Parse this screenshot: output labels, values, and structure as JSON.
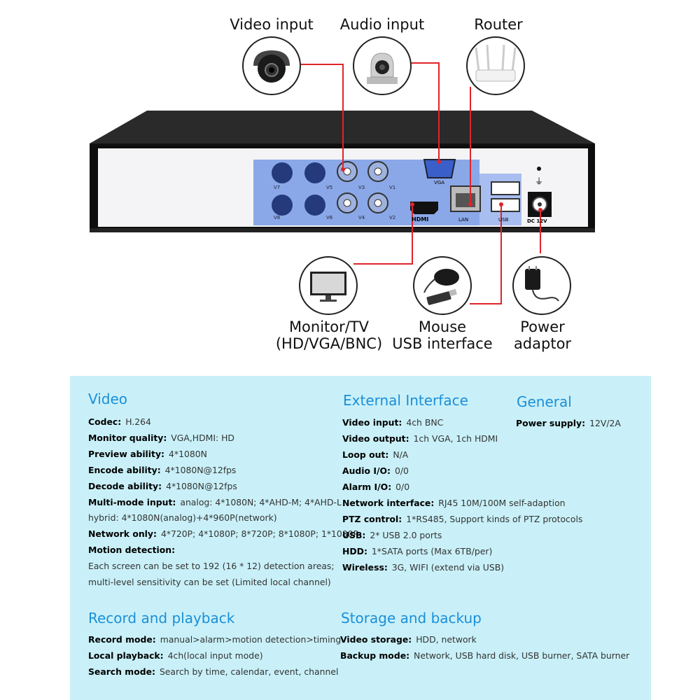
{
  "top_labels": {
    "video_input": "Video input",
    "audio_input": "Audio input",
    "router": "Router"
  },
  "panel_labels": {
    "bnc": [
      "V7",
      "V5",
      "V3",
      "V1",
      "V8",
      "V6",
      "V4",
      "V2"
    ],
    "vga": "VGA",
    "hdmi": "HDMI",
    "lan": "LAN",
    "usb": "USB",
    "dc": "DC 12V"
  },
  "bottom_labels": {
    "monitor": "Monitor/TV\n(HD/VGA/BNC)",
    "mouse": "Mouse\nUSB interface",
    "power": "Power\nadaptor"
  },
  "colors": {
    "accent": "#1a8fd8",
    "panel_bg": "#c9f0f8",
    "line_red": "#e0242a",
    "port_blue": "#8aa8e8"
  },
  "specs": {
    "video": {
      "title": "Video",
      "rows": [
        {
          "k": "Codec:",
          "v": "H.264"
        },
        {
          "k": "Monitor quality:",
          "v": "VGA,HDMI: HD"
        },
        {
          "k": "Preview ability:",
          "v": "4*1080N"
        },
        {
          "k": "Encode ability:",
          "v": "4*1080N@12fps"
        },
        {
          "k": "Decode ability:",
          "v": "4*1080N@12fps"
        },
        {
          "k": "Multi-mode input:",
          "v": "analog: 4*1080N; 4*AHD-M; 4*AHD-L"
        },
        {
          "k": "",
          "v": "hybrid: 4*1080N(analog)+4*960P(network)"
        },
        {
          "k": "Network only:",
          "v": "4*720P; 4*1080P; 8*720P; 8*1080P; 1*1080P"
        },
        {
          "k": "Motion detection:",
          "v": ""
        },
        {
          "k": "",
          "v": "Each screen can be set to 192 (16 * 12) detection areas;"
        },
        {
          "k": "",
          "v": "multi-level sensitivity can be set (Limited local channel)"
        }
      ]
    },
    "external": {
      "title": "External Interface",
      "rows": [
        {
          "k": "Video input:",
          "v": "4ch BNC"
        },
        {
          "k": "Video output:",
          "v": "1ch VGA, 1ch HDMI"
        },
        {
          "k": "Loop out:",
          "v": "N/A"
        },
        {
          "k": "Audio I/O:",
          "v": "0/0"
        },
        {
          "k": "Alarm I/O:",
          "v": "0/0"
        },
        {
          "k": "Network interface:",
          "v": "RJ45 10M/100M self-adaption"
        },
        {
          "k": "PTZ control:",
          "v": "1*RS485, Support kinds of PTZ protocols"
        },
        {
          "k": "USB:",
          "v": "2* USB 2.0 ports"
        },
        {
          "k": "HDD:",
          "v": "1*SATA ports (Max 6TB/per)"
        },
        {
          "k": "Wireless:",
          "v": "3G, WIFI (extend via USB)"
        }
      ]
    },
    "general": {
      "title": "General",
      "rows": [
        {
          "k": "Power supply:",
          "v": "12V/2A"
        }
      ]
    },
    "record": {
      "title": "Record and playback",
      "rows": [
        {
          "k": "Record mode:",
          "v": "manual>alarm>motion detection>timing"
        },
        {
          "k": "Local playback:",
          "v": "4ch(local input mode)"
        },
        {
          "k": "Search mode:",
          "v": "Search by time, calendar, event, channel"
        }
      ]
    },
    "storage": {
      "title": "Storage and backup",
      "rows": [
        {
          "k": "Video storage:",
          "v": "HDD, network"
        },
        {
          "k": "Backup mode:",
          "v": "Network, USB hard disk, USB burner, SATA burner"
        }
      ]
    }
  }
}
